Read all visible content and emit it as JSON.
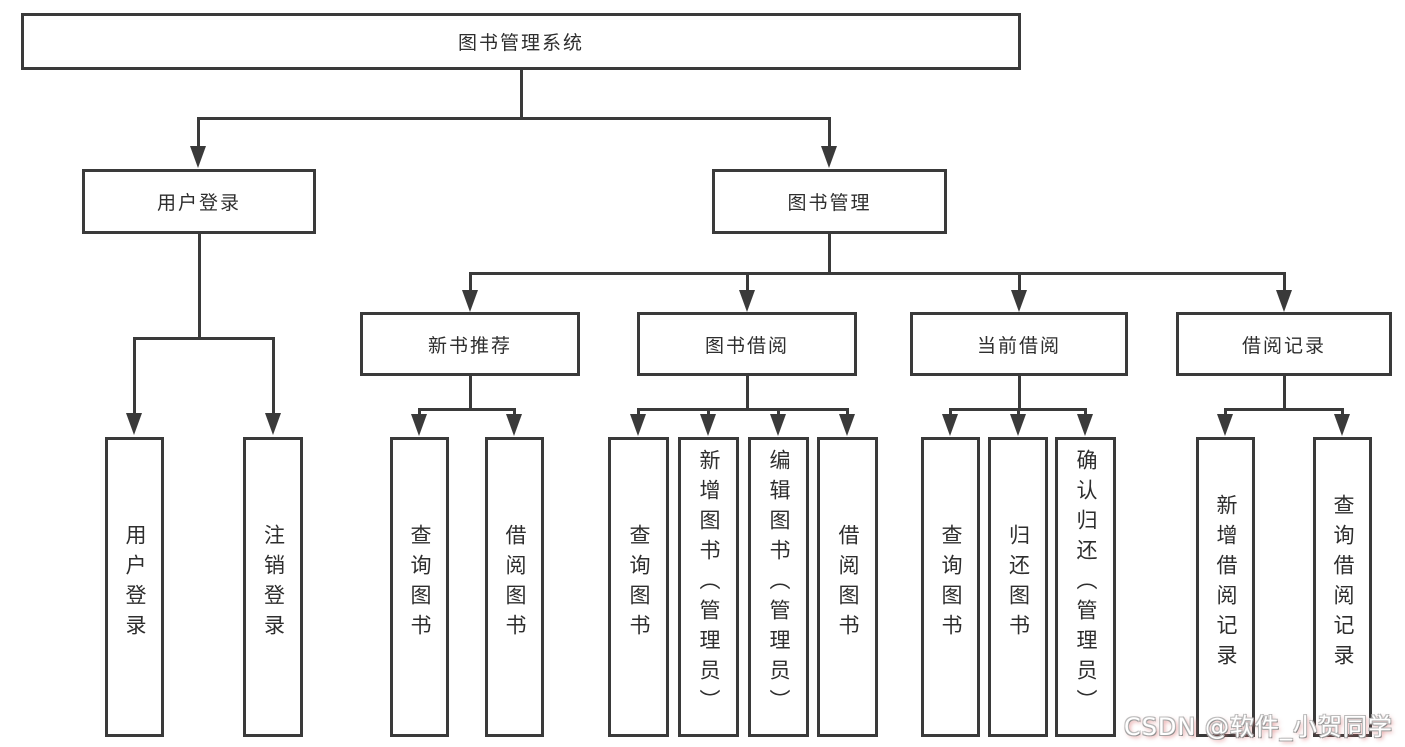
{
  "colors": {
    "line": "#3a3a3a",
    "text": "#2e2e2e",
    "background": "#ffffff"
  },
  "diagram": {
    "root": {
      "label": "图书管理系统"
    },
    "level2": [
      {
        "label": "用户登录"
      },
      {
        "label": "图书管理"
      }
    ],
    "level3": [
      {
        "label": "新书推荐"
      },
      {
        "label": "图书借阅"
      },
      {
        "label": "当前借阅"
      },
      {
        "label": "借阅记录"
      }
    ],
    "leaves": [
      {
        "label": "用户登录"
      },
      {
        "label": "注销登录"
      },
      {
        "label": "查询图书"
      },
      {
        "label": "借阅图书"
      },
      {
        "label": "查询图书"
      },
      {
        "label": "新增图书（管理员）"
      },
      {
        "label": "编辑图书（管理员）"
      },
      {
        "label": "借阅图书"
      },
      {
        "label": "查询图书"
      },
      {
        "label": "归还图书"
      },
      {
        "label": "确认归还（管理员）"
      },
      {
        "label": "新增借阅记录"
      },
      {
        "label": "查询借阅记录"
      }
    ]
  },
  "watermark": {
    "text": "CSDN @软件_小贺同学"
  }
}
